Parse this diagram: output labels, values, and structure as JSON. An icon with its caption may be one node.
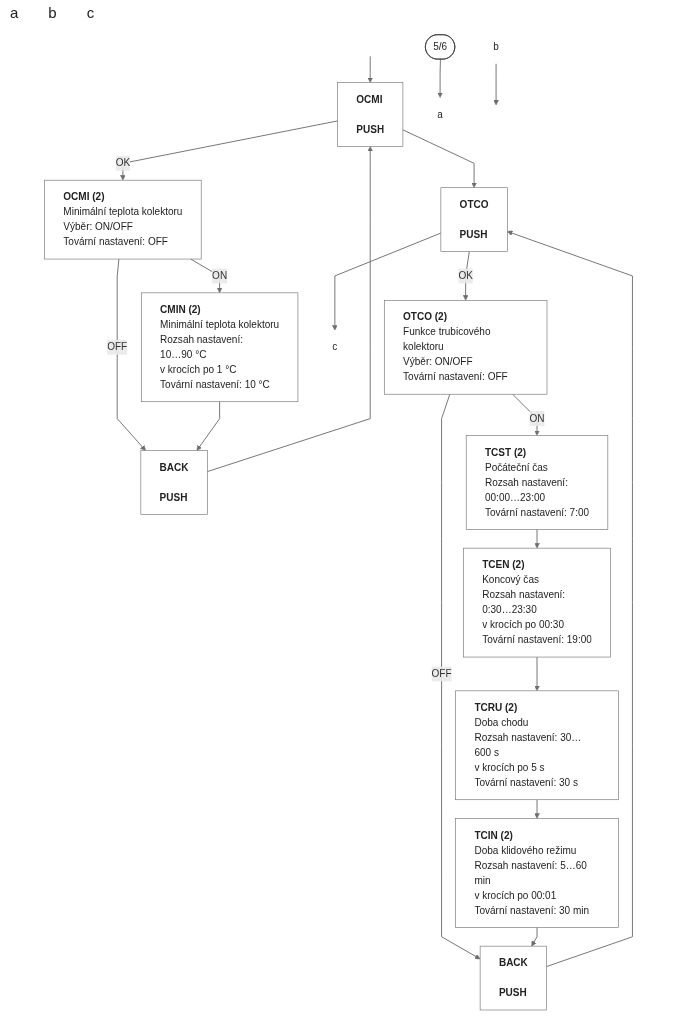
{
  "diagram": {
    "nodes": [
      {
        "text": [
          "5/6"
        ]
      },
      {
        "text": [
          "OCMI",
          "PUSH"
        ]
      },
      {
        "text": [
          "OCMI (2)",
          "Minimální teplota kolektoru",
          "Výběr: ON/OFF",
          "Tovární nastavení: OFF"
        ]
      },
      {
        "text": [
          "CMIN (2)",
          "Minimální teplota kolektoru",
          "Rozsah nastavení:",
          "10…90 °C",
          "v krocích po 1 °C",
          "Tovární nastavení: 10 °C"
        ]
      },
      {
        "text": [
          "BACK",
          "PUSH"
        ]
      },
      {
        "text": [
          "OTCO",
          "PUSH"
        ]
      },
      {
        "text": [
          "OTCO (2)",
          "Funkce trubicového kolektoru",
          "Výběr: ON/OFF",
          "Tovární nastavení: OFF"
        ]
      },
      {
        "text": [
          "TCST (2)",
          "Počáteční čas",
          "Rozsah nastavení:",
          "00:00…23:00",
          "Tovární nastavení: 7:00"
        ]
      },
      {
        "text": [
          "TCEN (2)",
          "Koncový čas",
          "Rozsah nastavení:",
          "0:30…23:30",
          "v krocích po 00:30",
          "Tovární nastavení: 19:00"
        ]
      },
      {
        "text": [
          "TCRU (2)",
          "Doba chodu",
          "Rozsah nastavení: 30…600 s",
          "v krocích po 5 s",
          "Tovární nastavení: 30 s"
        ]
      },
      {
        "text": [
          "TCIN (2)",
          "Doba klidového režimu",
          "Rozsah nastavení: 5…60 min",
          "v krocích po 00:01",
          "Tovární nastavení: 30 min"
        ]
      },
      {
        "text": [
          "BACK",
          "PUSH"
        ]
      },
      {
        "text": [
          "a"
        ]
      },
      {
        "text": [
          "b"
        ]
      },
      {
        "text": [
          "c"
        ]
      }
    ],
    "edges": [
      {
        "from": 0,
        "to": 12,
        "arrow": "to"
      },
      {
        "from": 13,
        "to": null,
        "arrow": "to"
      },
      {
        "from": null,
        "to": 1,
        "arrow": "to"
      },
      {
        "from": 1,
        "to": 2,
        "arrow": "to",
        "label": "OK"
      },
      {
        "from": 2,
        "to": 4,
        "arrow": "to",
        "label": "OFF"
      },
      {
        "from": 2,
        "to": 3,
        "arrow": "to",
        "label": "ON"
      },
      {
        "from": 3,
        "to": 4,
        "arrow": "to"
      },
      {
        "from": 4,
        "to": 1,
        "arrow": "to"
      },
      {
        "from": 1,
        "to": 5,
        "arrow": "to"
      },
      {
        "from": 5,
        "to": 6,
        "arrow": "to",
        "label": "OK"
      },
      {
        "from": 6,
        "to": 11,
        "arrow": "to",
        "label": "OFF"
      },
      {
        "from": 6,
        "to": 7,
        "arrow": "to",
        "label": "ON"
      },
      {
        "from": 7,
        "to": 8,
        "arrow": "to"
      },
      {
        "from": 8,
        "to": 9,
        "arrow": "to"
      },
      {
        "from": 9,
        "to": 10,
        "arrow": "to"
      },
      {
        "from": 10,
        "to": 11,
        "arrow": "to"
      },
      {
        "from": 11,
        "to": 5,
        "arrow": "to"
      },
      {
        "from": 5,
        "to": 14,
        "arrow": "to"
      }
    ],
    "labels": [
      "a",
      "b",
      "c"
    ]
  }
}
